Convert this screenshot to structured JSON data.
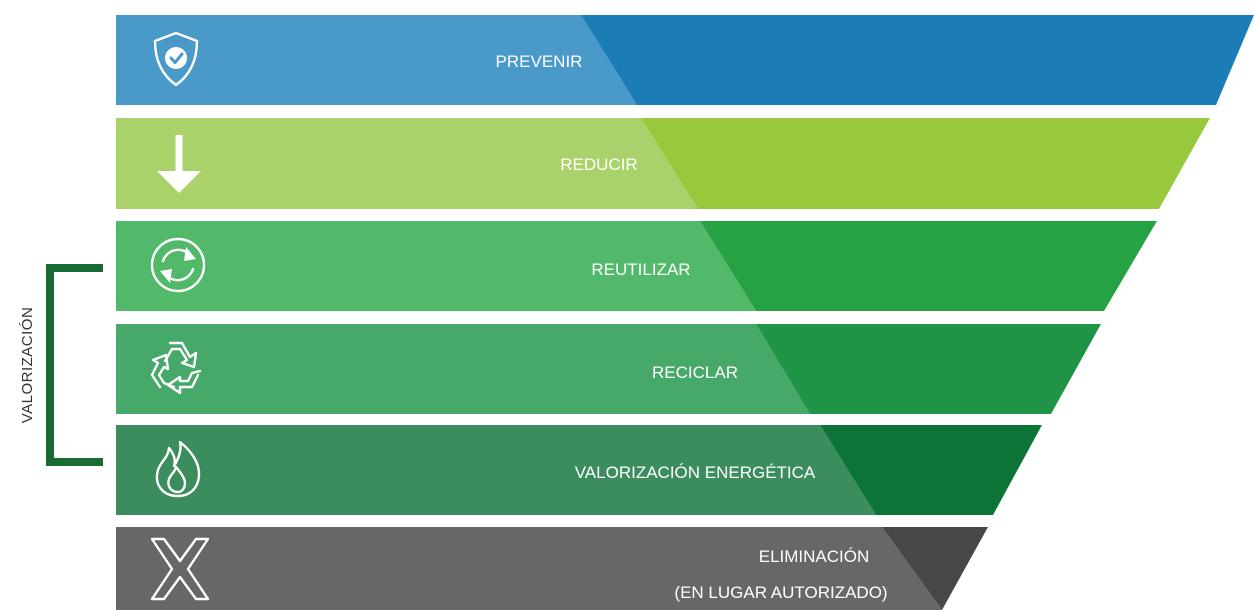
{
  "side_bracket": {
    "label": "VALORIZACIÓN",
    "color": "#1a6b33"
  },
  "tiers": [
    {
      "id": "prevenir",
      "lines": [
        "PREVENIR"
      ],
      "icon": "shield-check-icon",
      "light": "#4a9ac9",
      "dark": "#1c7db6"
    },
    {
      "id": "reducir",
      "lines": [
        "REDUCIR"
      ],
      "icon": "arrow-down-icon",
      "light": "#a9d26a",
      "dark": "#98c93c"
    },
    {
      "id": "reutilizar",
      "lines": [
        "REUTILIZAR"
      ],
      "icon": "refresh-icon",
      "light": "#52b96a",
      "dark": "#26a244"
    },
    {
      "id": "reciclar",
      "lines": [
        "RECICLAR"
      ],
      "icon": "recycle-icon",
      "light": "#46a869",
      "dark": "#1f9446"
    },
    {
      "id": "valorizacion-energetica",
      "lines": [
        "VALORIZACIÓN ENERGÉTICA"
      ],
      "icon": "flame-icon",
      "light": "#3b8d5e",
      "dark": "#0d7437"
    },
    {
      "id": "eliminacion",
      "lines": [
        "ELIMINACIÓN",
        "(EN LUGAR AUTORIZADO)"
      ],
      "icon": "x-icon",
      "light": "#676767",
      "dark": "#474749"
    }
  ]
}
